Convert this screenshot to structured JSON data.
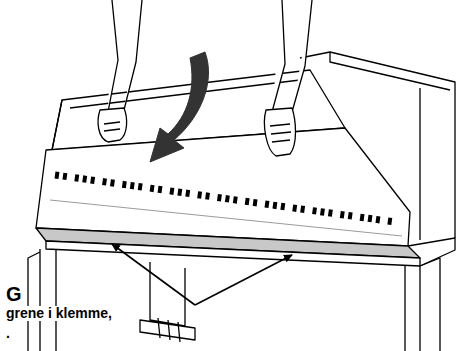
{
  "diagram": {
    "labels": [
      "G",
      "grene i klemme,",
      "."
    ]
  }
}
